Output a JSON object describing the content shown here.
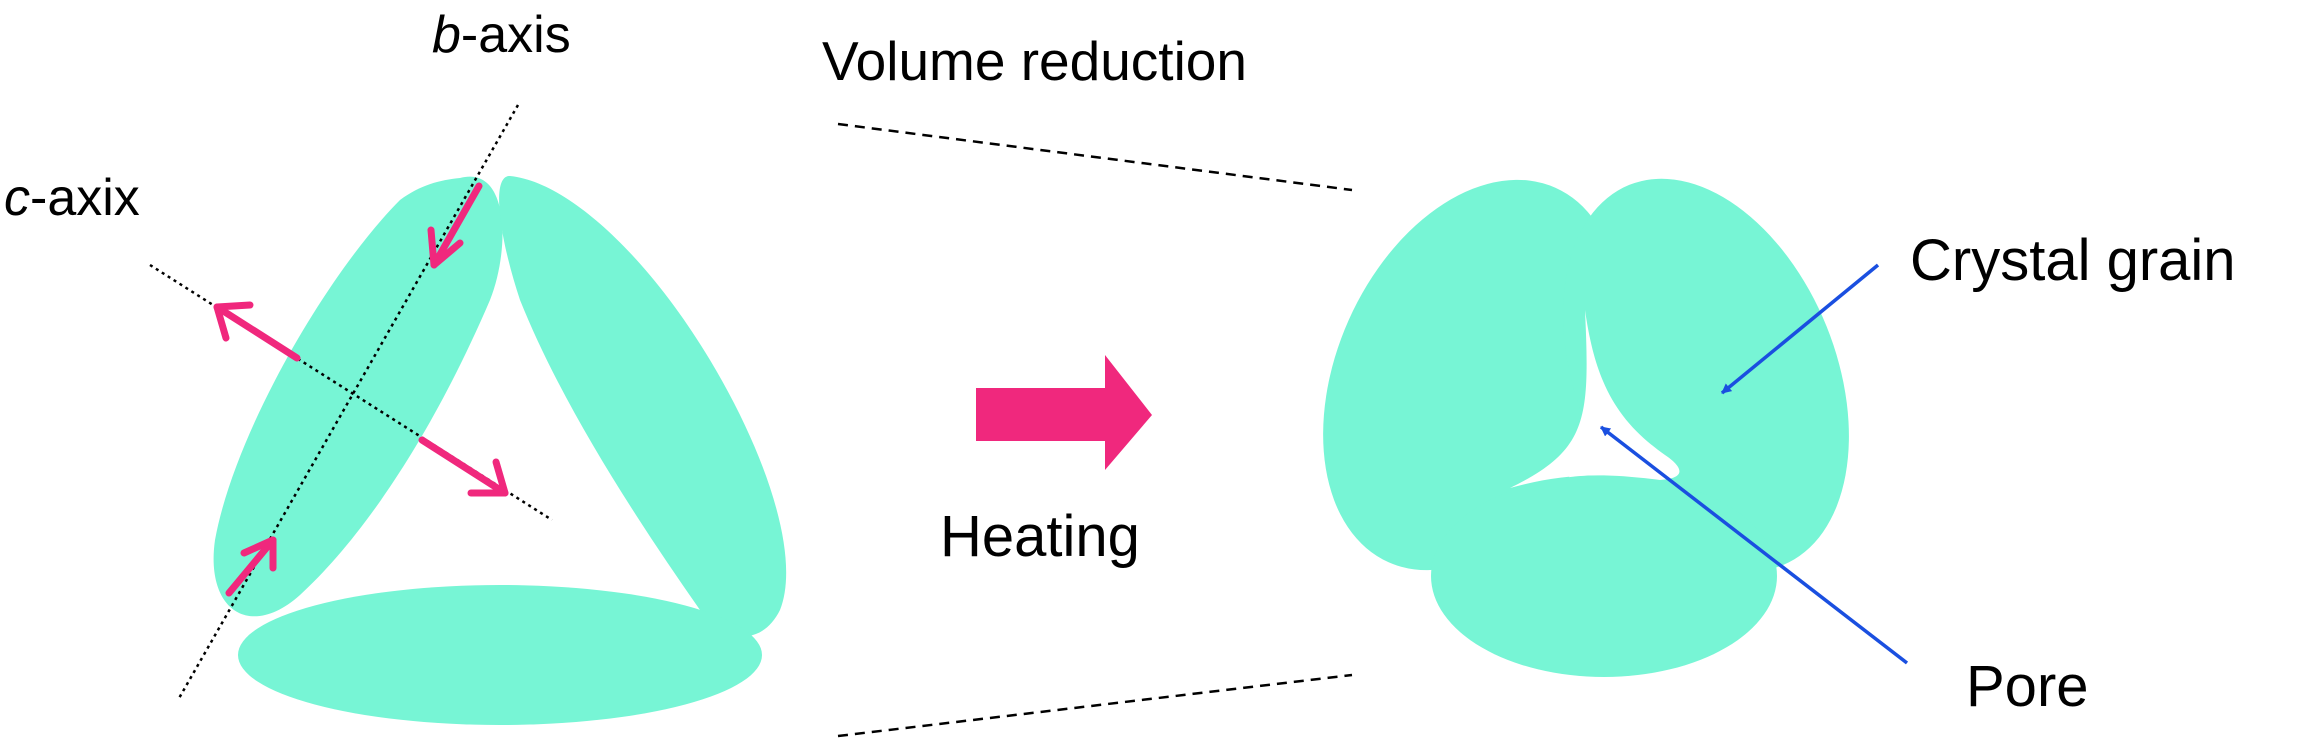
{
  "labels": {
    "b_axis_letter": "b",
    "b_axis_suffix": "-axis",
    "c_axis_letter": "c",
    "c_axis_suffix": "-axix",
    "volume_reduction": "Volume reduction",
    "heating": "Heating",
    "crystal_grain": "Crystal grain",
    "pore": "Pore"
  },
  "colors": {
    "grain": "#77F5D5",
    "axis_arrow": "#F0287D",
    "heating_arrow": "#F0287D",
    "pointer": "#1A4FE0",
    "line": "#000000"
  }
}
